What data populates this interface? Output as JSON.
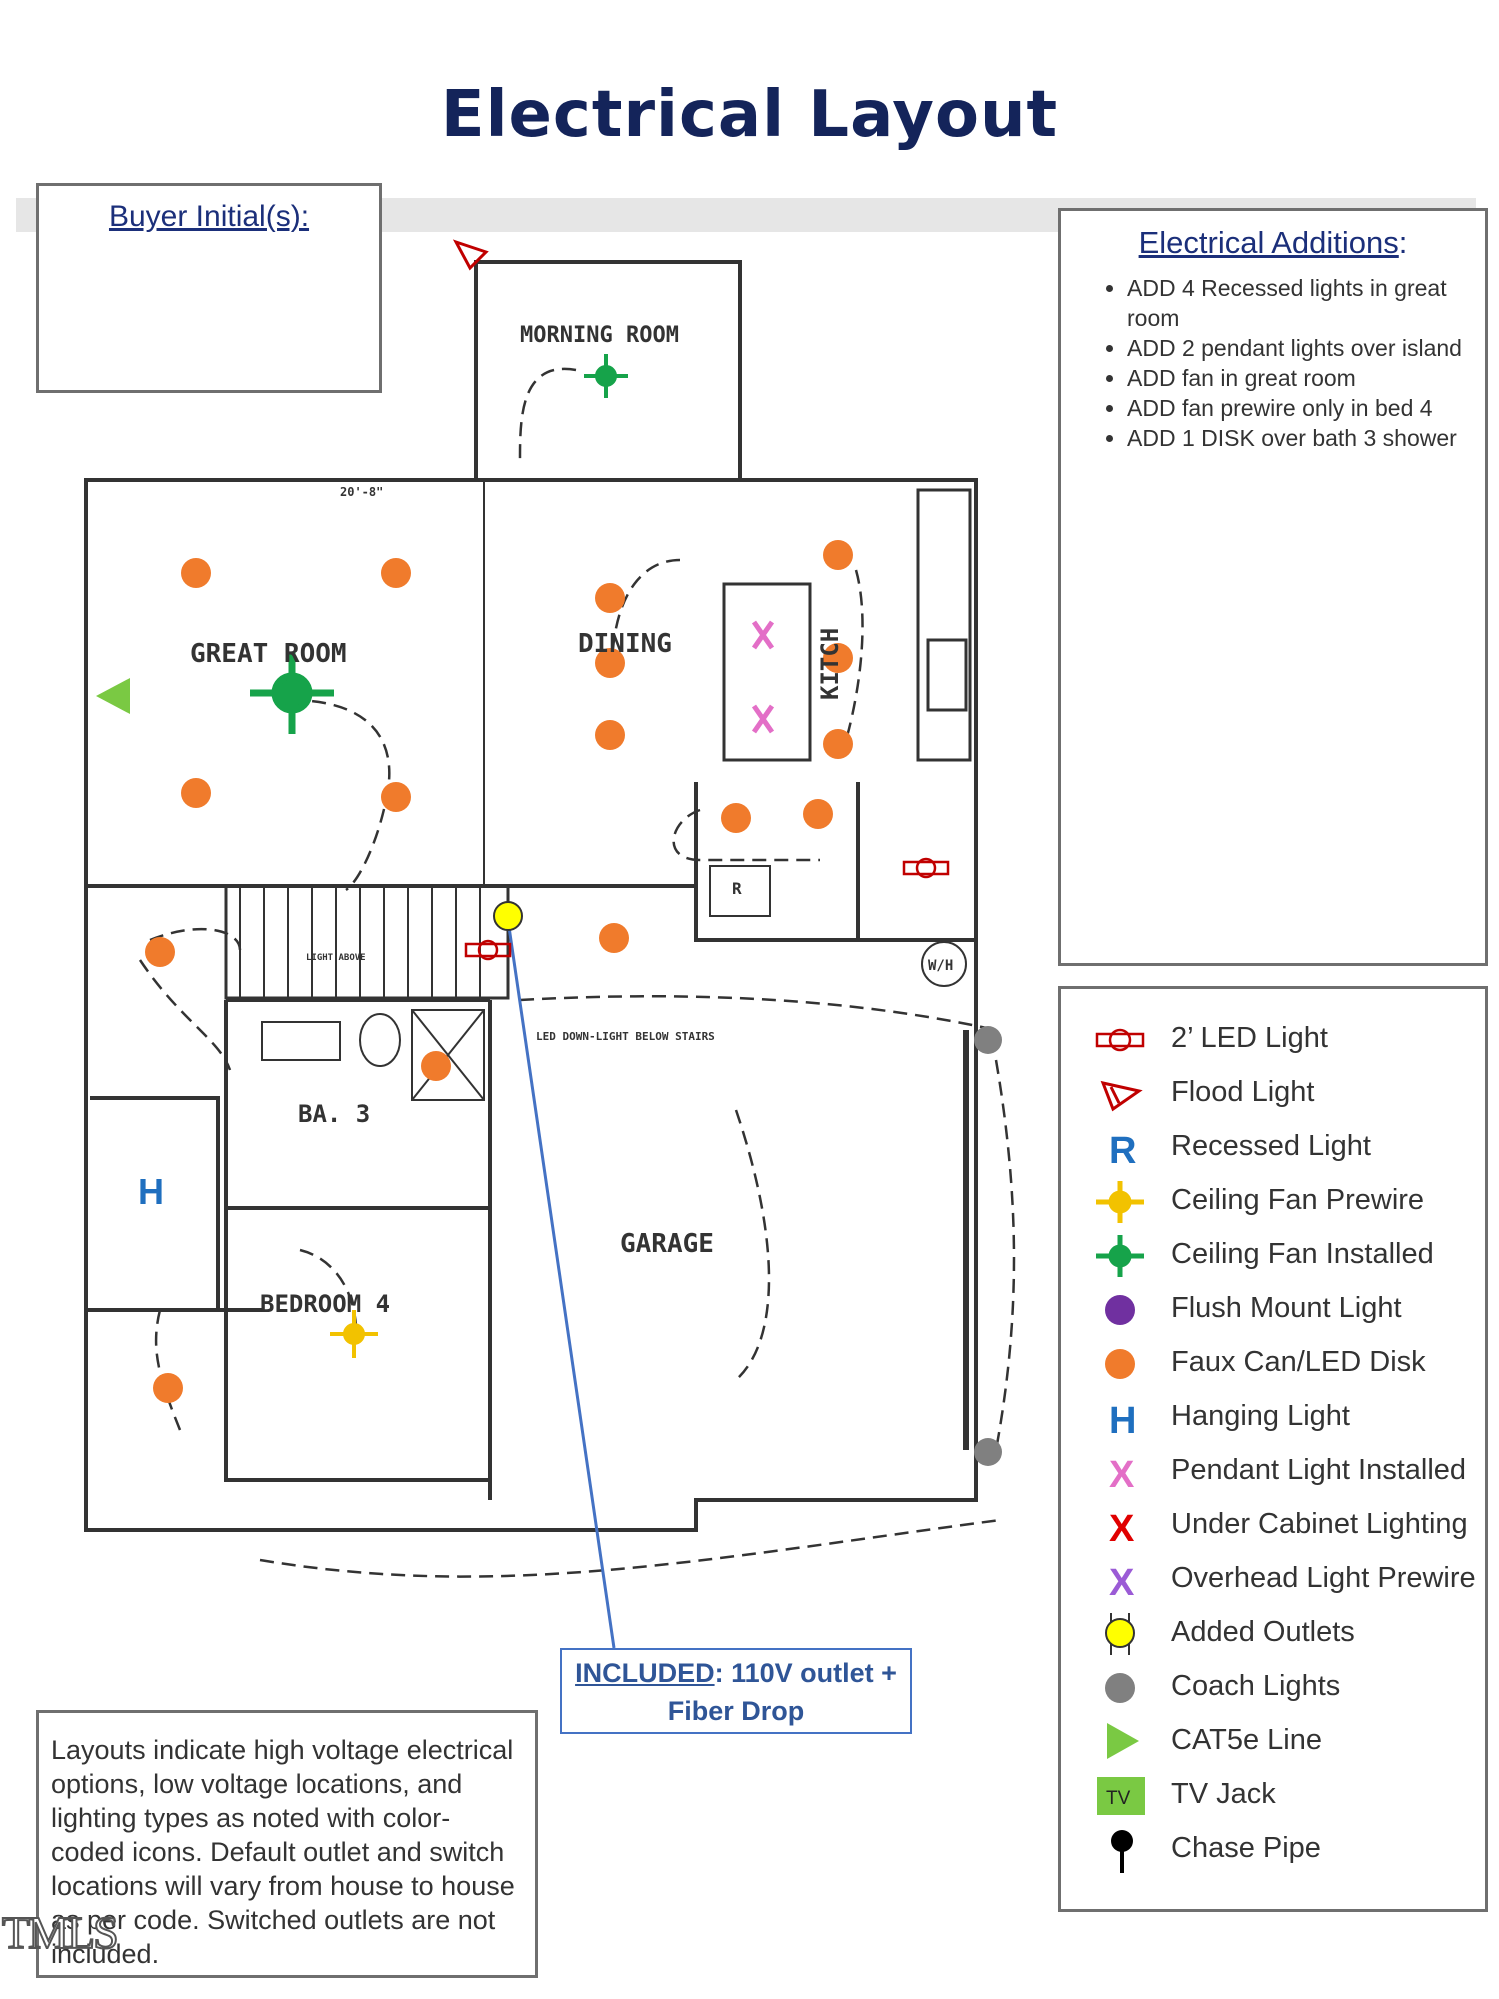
{
  "title": "Electrical Layout",
  "buyer_box": {
    "heading": "Buyer Initial(s):"
  },
  "additions": {
    "heading": "Electrical Additions",
    "heading_colon": ":",
    "items": [
      "ADD 4 Recessed lights in great room",
      "ADD 2 pendant lights over island",
      "ADD fan in great room",
      "ADD fan prewire only in bed 4",
      "ADD 1 DISK over bath 3 shower"
    ]
  },
  "legend": [
    {
      "label": "2’ LED Light",
      "icon": "led-light-icon",
      "color": "#c00000"
    },
    {
      "label": "Flood Light",
      "icon": "flood-light-icon",
      "color": "#c00000"
    },
    {
      "label": "Recessed Light",
      "icon": "recessed-light-icon",
      "glyph": "R",
      "color": "#1f6fbf"
    },
    {
      "label": "Ceiling Fan Prewire",
      "icon": "fan-prewire-icon",
      "color": "#f2c200"
    },
    {
      "label": "Ceiling Fan Installed",
      "icon": "fan-installed-icon",
      "color": "#16a34a"
    },
    {
      "label": "Flush Mount Light",
      "icon": "flush-mount-icon",
      "color": "#7030a0"
    },
    {
      "label": "Faux Can/LED Disk",
      "icon": "led-disk-icon",
      "color": "#f07b2c"
    },
    {
      "label": "Hanging Light",
      "icon": "hanging-light-icon",
      "glyph": "H",
      "color": "#1f6fbf"
    },
    {
      "label": "Pendant Light Installed",
      "icon": "pendant-light-icon",
      "glyph": "X",
      "color": "#e36fc7"
    },
    {
      "label": "Under Cabinet Lighting",
      "icon": "under-cabinet-icon",
      "glyph": "X",
      "color": "#e00000"
    },
    {
      "label": "Overhead Light Prewire",
      "icon": "overhead-prewire-icon",
      "glyph": "X",
      "color": "#9b5bd6"
    },
    {
      "label": "Added Outlets",
      "icon": "outlet-icon",
      "color": "#ffff00"
    },
    {
      "label": "Coach Lights",
      "icon": "coach-light-icon",
      "color": "#808080"
    },
    {
      "label": "CAT5e Line",
      "icon": "cat5e-icon",
      "color": "#7ac943"
    },
    {
      "label": "TV Jack",
      "icon": "tv-jack-icon",
      "glyph": "TV",
      "color": "#7ac943"
    },
    {
      "label": "Chase Pipe",
      "icon": "chase-pipe-icon",
      "color": "#000000"
    }
  ],
  "rooms": {
    "morning": "MORNING ROOM",
    "great": "GREAT ROOM",
    "dining": "DINING",
    "kitchen": "KITCH",
    "garage": "GARAGE",
    "bath": "BA. 3",
    "bedroom": "BEDROOM 4",
    "wh": "W/H",
    "r": "R"
  },
  "plan_notes": {
    "dim_top": "20'-8\"",
    "stair_note": "LED DOWN-LIGHT BELOW STAIRS",
    "light_above": "LIGHT ABOVE"
  },
  "included": {
    "bold": "INCLUDED",
    "rest": ": 110V outlet + Fiber Drop"
  },
  "note": "Layouts indicate high voltage electrical options, low voltage locations, and lighting types as noted with color-coded icons. Default outlet and switch locations will vary from house to house as per code. Switched outlets are not included.",
  "watermark": "TMLS"
}
